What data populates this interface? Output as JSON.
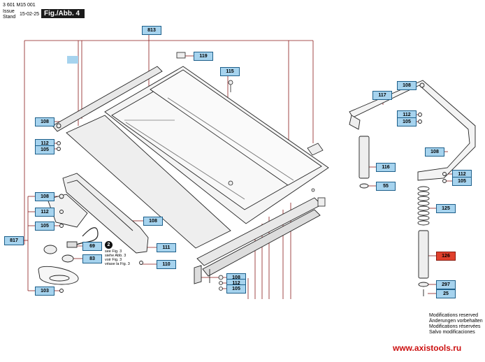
{
  "header": {
    "doc_number": "3 601 M15 001",
    "issue_label_1": "Issue",
    "issue_label_2": "Stand",
    "date": "15-02-25",
    "figure": "Fig./Abb. 4"
  },
  "tags": {
    "p813": "813",
    "p119": "119",
    "p115": "115",
    "p108_left": "108",
    "p112_left": "112",
    "p105_left": "105",
    "p108_mid": "108",
    "p817": "817",
    "p108_g1": "108",
    "p112_g1": "112",
    "p105_g1": "105",
    "p69": "69",
    "p83": "83",
    "p103": "103",
    "p111": "111",
    "p110": "110",
    "p108_bot": "108",
    "p112_bot": "112",
    "p105_bot": "105",
    "p117": "117",
    "p108_r1": "108",
    "p112_r1": "112",
    "p105_r1": "105",
    "p108_r2": "108",
    "p112_r2": "112",
    "p105_r2": "105",
    "p116": "116",
    "p55": "55",
    "p125": "125",
    "p126": "126",
    "p297": "297",
    "p25": "25"
  },
  "ref": {
    "number": "2",
    "note_1": "see Fig. 3",
    "note_2": "siehe Abb. 3",
    "note_3": "voir Fig. 3",
    "note_4": "véase la Fig. 3"
  },
  "footer": {
    "line_1": "Modifications reserved",
    "line_2": "Änderungen vorbehalten",
    "line_3": "Modifications réservées",
    "line_4": "Salvo modificaciones",
    "website": "www.axistools.ru"
  },
  "colors": {
    "tag_fill": "#a6d3ee",
    "tag_border": "#1d5f8a",
    "highlight_tag": "#e0402c",
    "callout_line": "#8b1a1a",
    "website": "#cc1010"
  }
}
